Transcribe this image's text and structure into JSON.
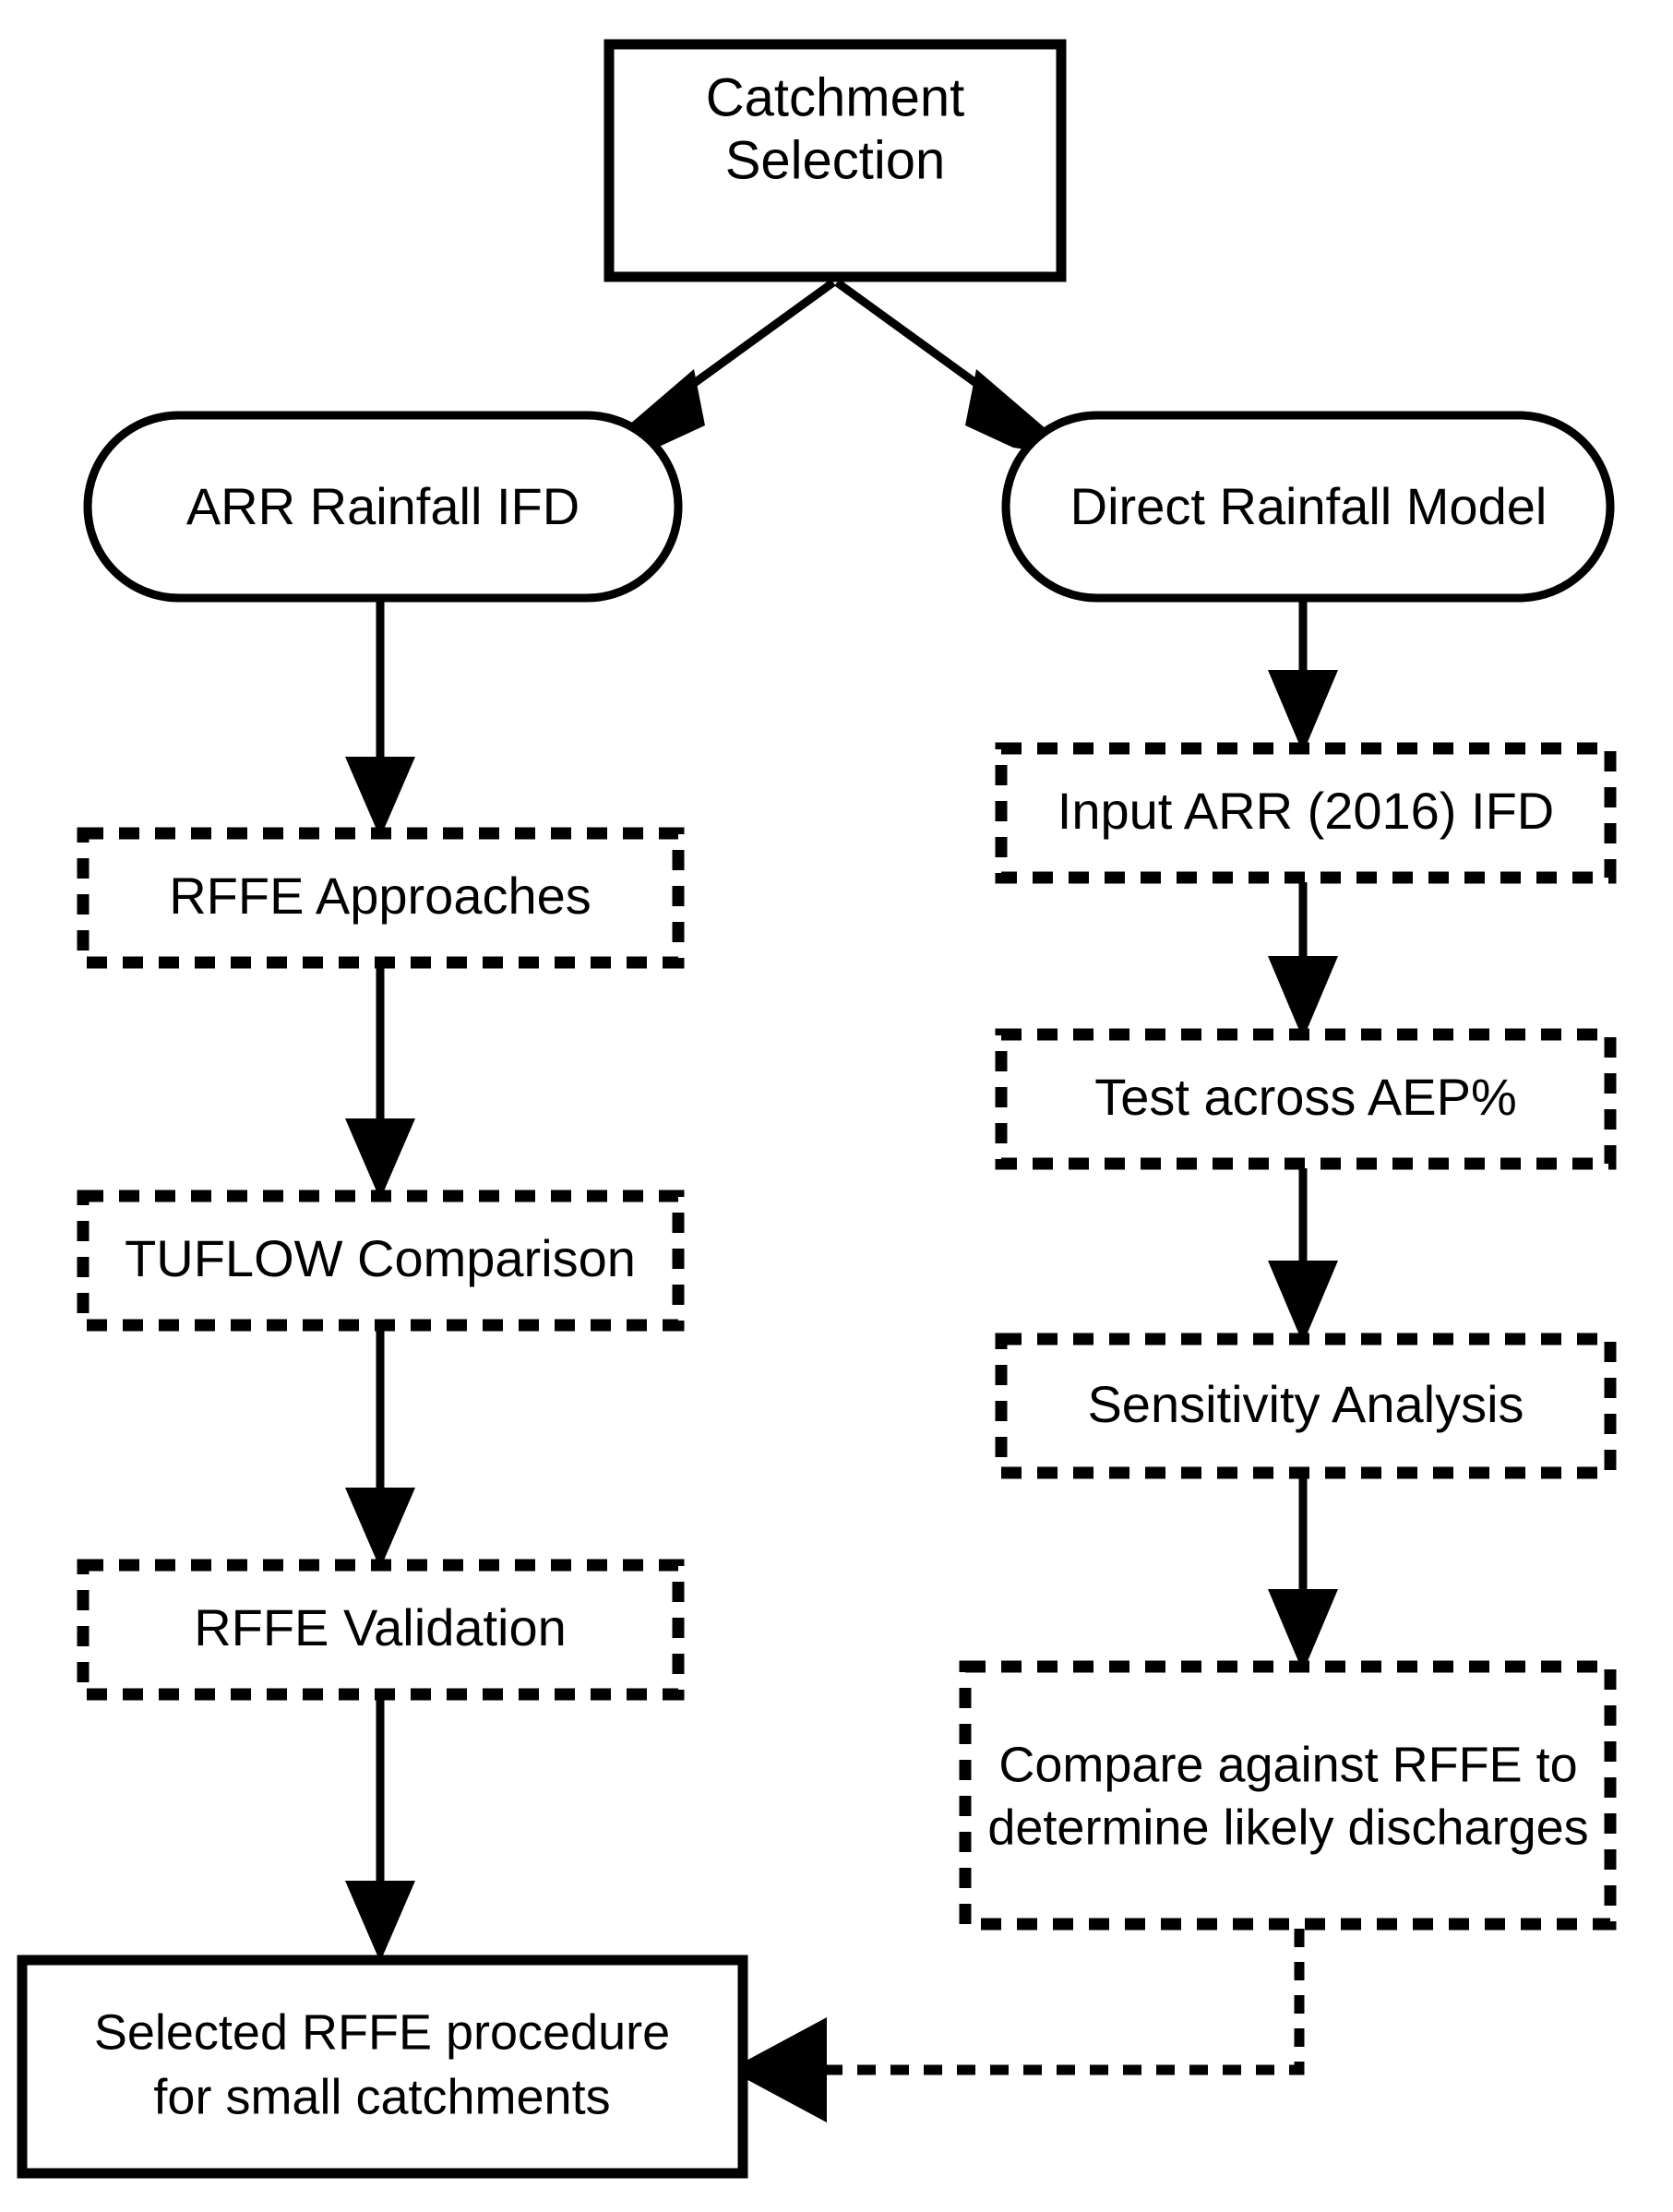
{
  "diagram": {
    "title": "RFFE methodology flowchart",
    "colors": {
      "stroke": "#000000",
      "fill": "#ffffff",
      "text": "#000000"
    },
    "nodes": {
      "catchment_selection": {
        "label_line1": "Catchment",
        "label_line2": "Selection",
        "shape": "rectangle",
        "border": "solid"
      },
      "arr_rainfall_ifd": {
        "label": "ARR Rainfall IFD",
        "shape": "stadium",
        "border": "solid"
      },
      "direct_rainfall_model": {
        "label": "Direct Rainfall Model",
        "shape": "stadium",
        "border": "solid"
      },
      "rffe_approaches": {
        "label": "RFFE Approaches",
        "shape": "rectangle",
        "border": "dashed"
      },
      "tuflow_comparison": {
        "label": "TUFLOW Comparison",
        "shape": "rectangle",
        "border": "dashed"
      },
      "rffe_validation": {
        "label": "RFFE Validation",
        "shape": "rectangle",
        "border": "dashed"
      },
      "input_arr_ifd": {
        "label": "Input ARR (2016) IFD",
        "shape": "rectangle",
        "border": "dashed"
      },
      "test_across_aep": {
        "label": "Test across AEP%",
        "shape": "rectangle",
        "border": "dashed"
      },
      "sensitivity_analysis": {
        "label": "Sensitivity Analysis",
        "shape": "rectangle",
        "border": "dashed"
      },
      "compare_against_rffe": {
        "label_line1": "Compare against RFFE to",
        "label_line2": "determine likely discharges",
        "shape": "rectangle",
        "border": "dashed"
      },
      "selected_rffe_procedure": {
        "label_line1": "Selected RFFE procedure",
        "label_line2": "for small catchments",
        "shape": "rectangle",
        "border": "solid"
      }
    },
    "edges": [
      {
        "from": "catchment_selection",
        "to": "arr_rainfall_ifd",
        "style": "solid",
        "arrow": true
      },
      {
        "from": "catchment_selection",
        "to": "direct_rainfall_model",
        "style": "solid",
        "arrow": true
      },
      {
        "from": "arr_rainfall_ifd",
        "to": "rffe_approaches",
        "style": "solid",
        "arrow": true
      },
      {
        "from": "rffe_approaches",
        "to": "tuflow_comparison",
        "style": "solid",
        "arrow": true
      },
      {
        "from": "tuflow_comparison",
        "to": "rffe_validation",
        "style": "solid",
        "arrow": true
      },
      {
        "from": "rffe_validation",
        "to": "selected_rffe_procedure",
        "style": "solid",
        "arrow": true
      },
      {
        "from": "direct_rainfall_model",
        "to": "input_arr_ifd",
        "style": "solid",
        "arrow": true
      },
      {
        "from": "input_arr_ifd",
        "to": "test_across_aep",
        "style": "solid",
        "arrow": true
      },
      {
        "from": "test_across_aep",
        "to": "sensitivity_analysis",
        "style": "solid",
        "arrow": true
      },
      {
        "from": "sensitivity_analysis",
        "to": "compare_against_rffe",
        "style": "solid",
        "arrow": true
      },
      {
        "from": "compare_against_rffe",
        "to": "selected_rffe_procedure",
        "style": "dashed",
        "arrow": true
      }
    ]
  }
}
